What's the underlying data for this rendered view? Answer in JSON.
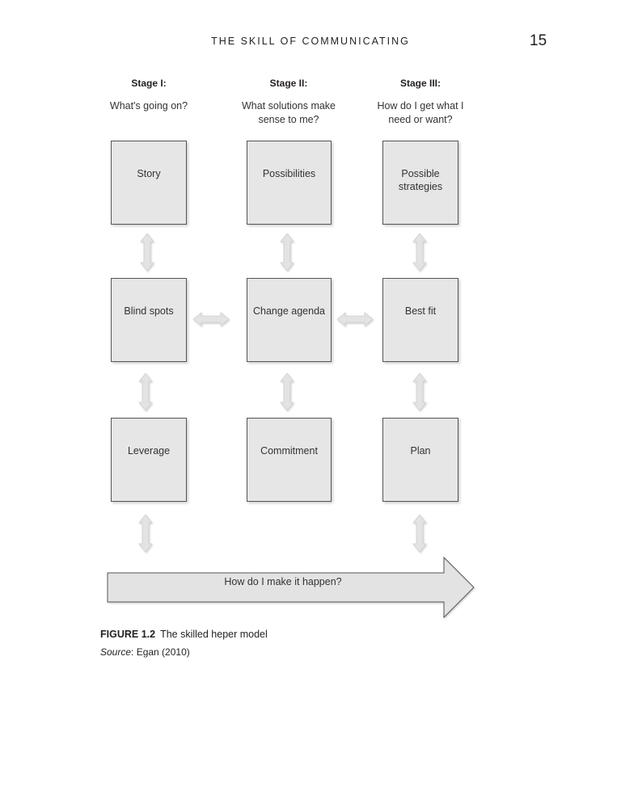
{
  "running_head": "THE SKILL OF COMMUNICATING",
  "page_number": "15",
  "stages": [
    {
      "header": "Stage I:",
      "question": "What's going on?"
    },
    {
      "header": "Stage II:",
      "question": "What solutions make sense to me?"
    },
    {
      "header": "Stage III:",
      "question": "How do I get what I need or want?"
    }
  ],
  "grid": [
    [
      "Story",
      "Possibilities",
      "Possible strategies"
    ],
    [
      "Blind spots",
      "Change agenda",
      "Best fit"
    ],
    [
      "Leverage",
      "Commitment",
      "Plan"
    ]
  ],
  "bottom_arrow": "How do I make it happen?",
  "caption": {
    "label": "FIGURE 1.2",
    "text": "The skilled heper model"
  },
  "source": {
    "label": "Source",
    "text": ": Egan (2010)"
  },
  "colors": {
    "box_fill": "#e6e6e6",
    "arrow_fill": "#e3e3e3",
    "caption_label": "#231f20"
  }
}
